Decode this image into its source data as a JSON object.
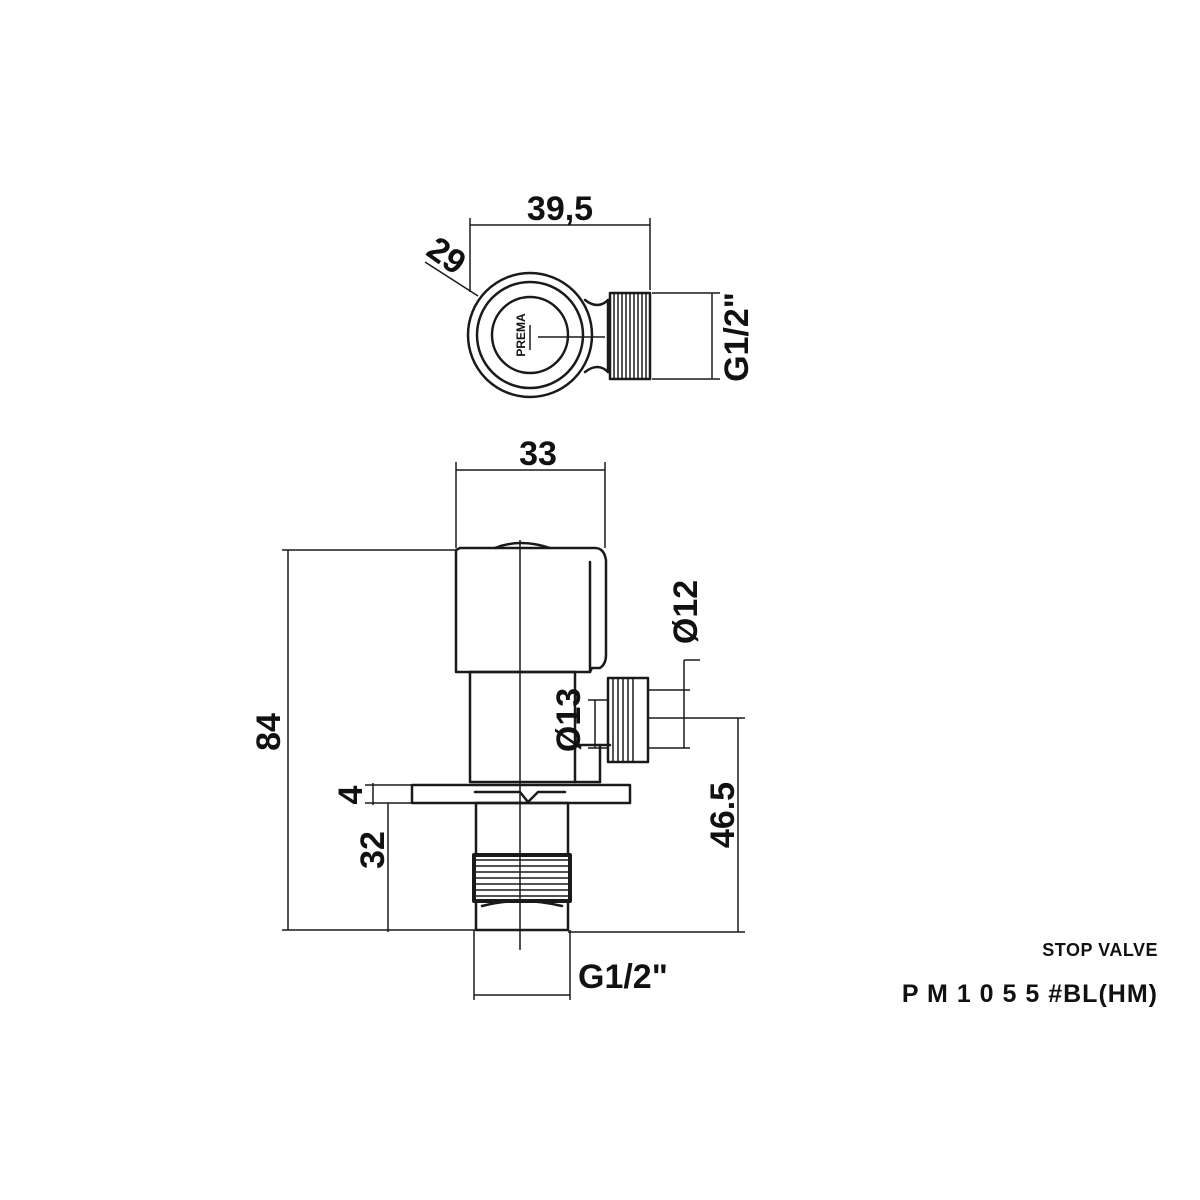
{
  "title_block": {
    "name": "STOP VALVE",
    "code": "P M 1 0 5 5 #BL(HM)"
  },
  "top_view": {
    "brand_text": "PREMA",
    "dims": {
      "width": "39,5",
      "diameter": "29",
      "thread": "G1/2\""
    }
  },
  "front_view": {
    "dims": {
      "body_width": "33",
      "total_height": "84",
      "flange_thickness": "4",
      "thread_length": "32",
      "outlet_height": "46.5",
      "outlet_dia_outer": "Ø12",
      "outlet_dia_inner": "Ø13",
      "bottom_thread": "G1/2\""
    }
  }
}
